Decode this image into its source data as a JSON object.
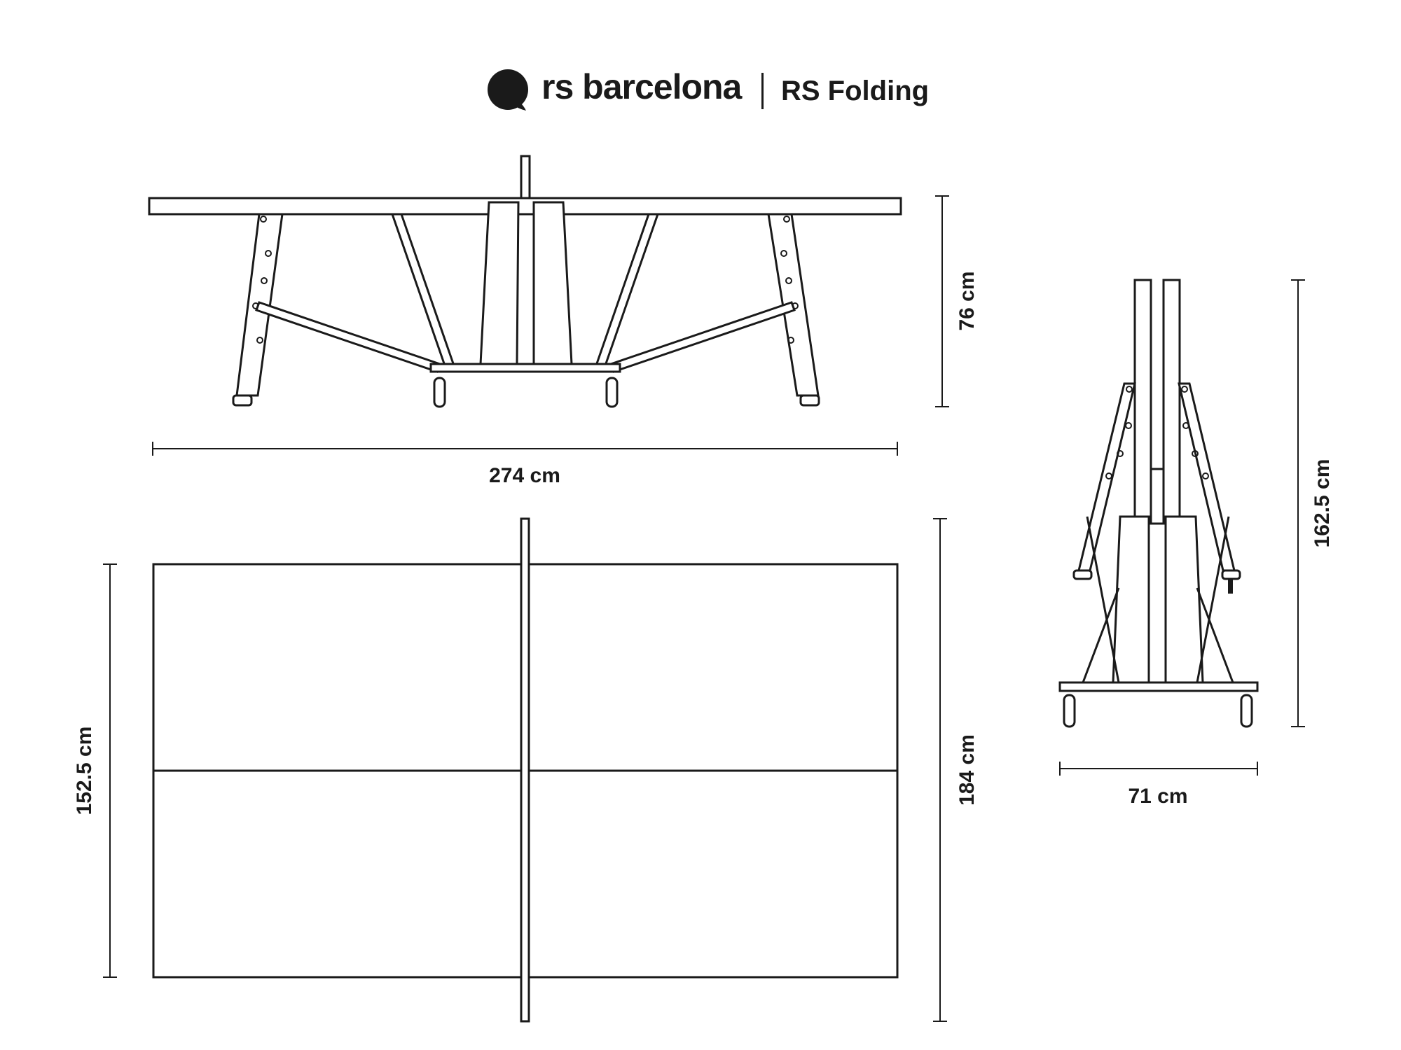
{
  "header": {
    "brand": "rs barcelona",
    "product": "RS Folding",
    "logo_icon": "rs-barcelona-logo-icon"
  },
  "dimensions": {
    "length": "274 cm",
    "height": "76 cm",
    "width": "152.5 cm",
    "net_width": "184 cm",
    "folded_height": "162.5 cm",
    "folded_depth": "71 cm"
  },
  "colors": {
    "line": "#1a1a1a",
    "background": "#ffffff"
  }
}
